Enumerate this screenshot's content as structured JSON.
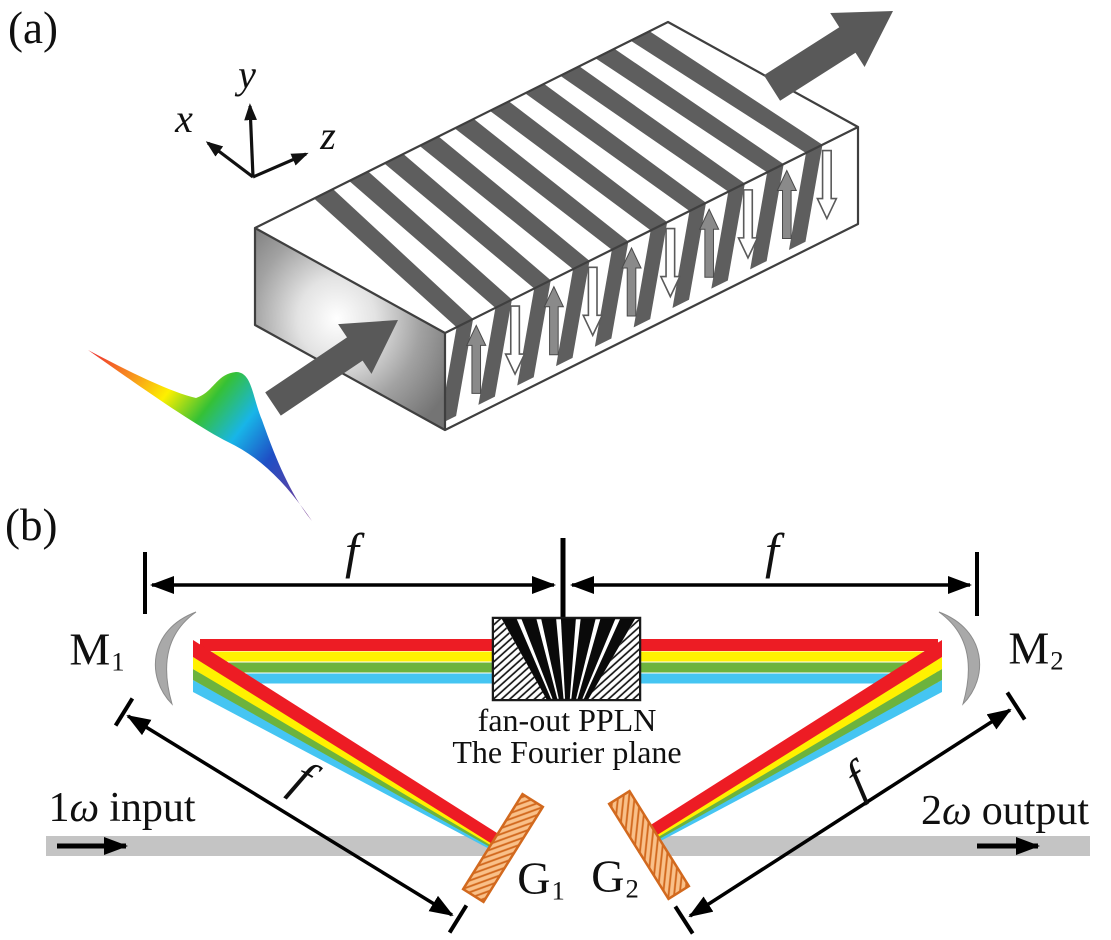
{
  "panel_a": {
    "label": "(a)",
    "axes": {
      "x": "x",
      "y": "y",
      "z": "z"
    },
    "crystal": {
      "dark_color": "#5e5e5e",
      "up_arrow_color": "#8a8a8a",
      "down_arrow_color": "#ffffff",
      "outline_color": "#3f3f3f",
      "big_arrow_color": "#595959",
      "domain_arrows": [
        "up",
        "down",
        "up",
        "down",
        "up",
        "down",
        "up",
        "down",
        "up",
        "down"
      ]
    },
    "pulse_gradient": [
      "#ef3b2f",
      "#f78f1e",
      "#fdf000",
      "#35c135",
      "#18b5e8",
      "#1e4fc5",
      "#7a3c96"
    ]
  },
  "panel_b": {
    "label": "(b)",
    "focal_length_label": "f",
    "mirrors": [
      {
        "base": "M",
        "sub": "1"
      },
      {
        "base": "M",
        "sub": "2"
      }
    ],
    "gratings": [
      {
        "base": "G",
        "sub": "1"
      },
      {
        "base": "G",
        "sub": "2"
      }
    ],
    "ppln_caption_line1": "fan-out PPLN",
    "ppln_caption_line2": "The Fourier plane",
    "input_label": {
      "number": "1",
      "omega": "ω",
      "word": "input"
    },
    "output_label": {
      "number": "2",
      "omega": "ω",
      "word": "output"
    },
    "beam_colors": {
      "red": "#ed1c24",
      "yellow": "#fff100",
      "green": "#6cb33e",
      "cyan": "#45c5f2"
    },
    "gray_beam_color": "#c4c4c4",
    "mirror_color": "#a9a9a9",
    "grating_edge_color": "#d2691e",
    "grating_fill_color": "#f9c089"
  }
}
